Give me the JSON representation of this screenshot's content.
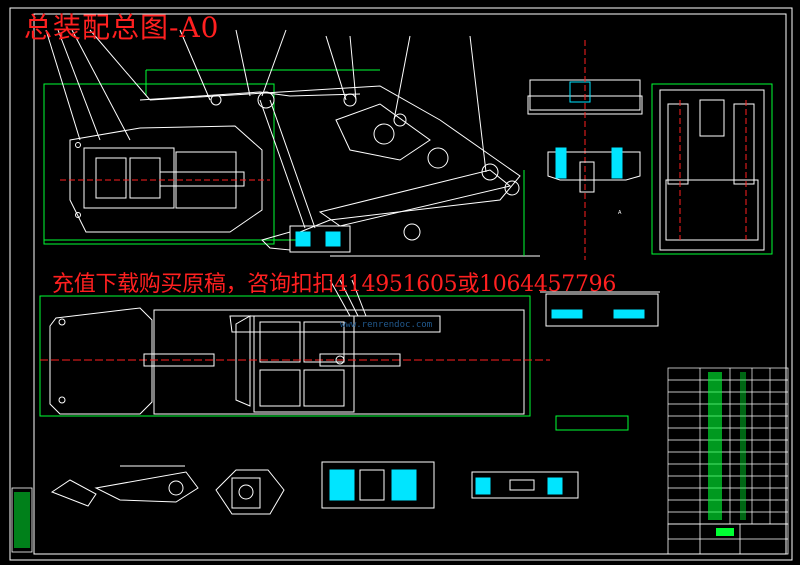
{
  "drawing": {
    "title": "总装配总图-A0",
    "promo": "充值下载购买原稿，咨询扣扣414951605或1064457796",
    "watermark": "www.renrendoc.com",
    "colors": {
      "background": "#000000",
      "line_white": "#ffffff",
      "line_green": "#00ff33",
      "line_red": "#ff2020",
      "line_cyan": "#00e5ff",
      "line_yellow": "#ffff00",
      "watermark_blue": "#2a6fb0"
    },
    "views": [
      "front-elevation",
      "plan-view",
      "side-view",
      "section-views",
      "detail-views",
      "parts-list",
      "title-block"
    ]
  }
}
